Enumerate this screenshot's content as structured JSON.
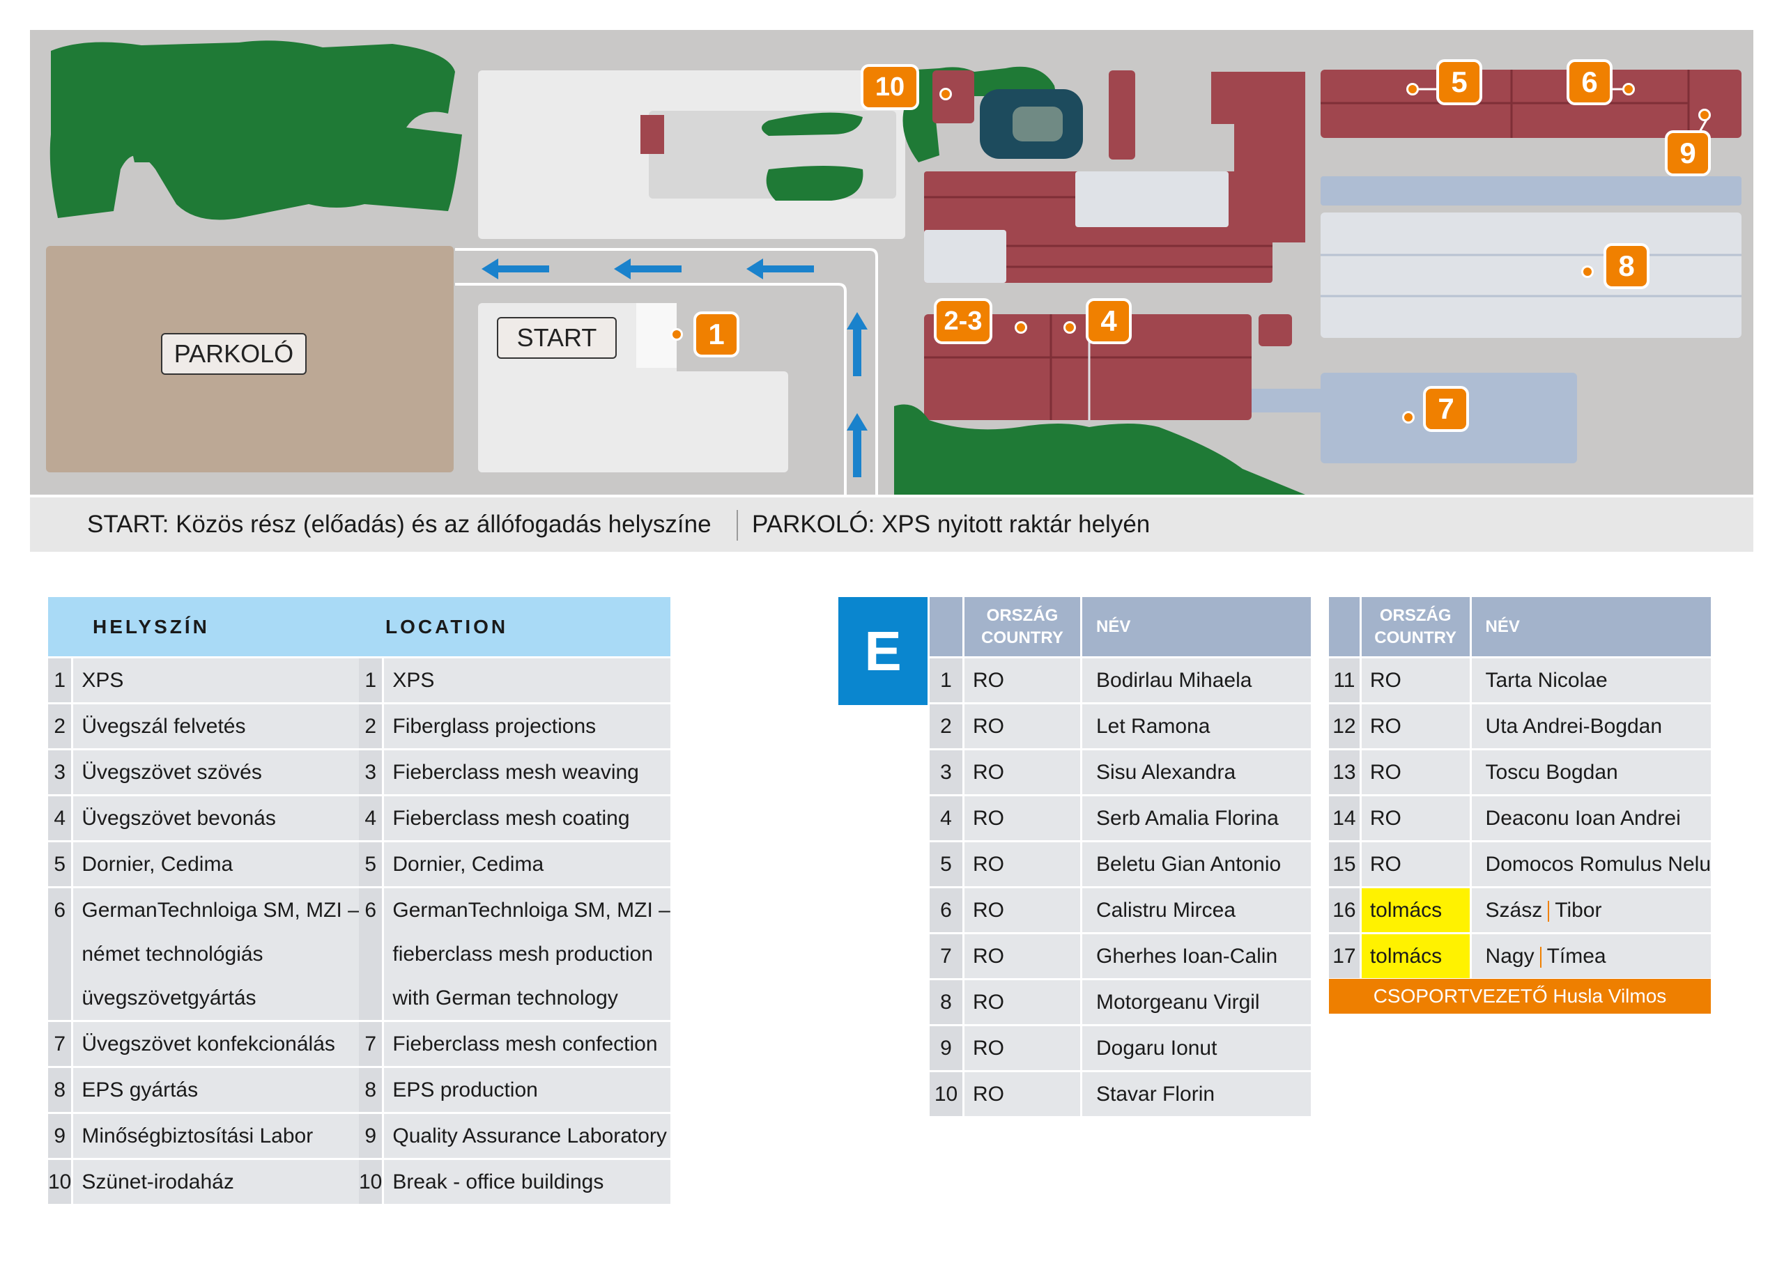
{
  "map": {
    "parking_label": "PARKOLÓ",
    "start_label": "START",
    "markers": [
      "1",
      "2-3",
      "4",
      "5",
      "6",
      "7",
      "8",
      "9",
      "10"
    ]
  },
  "legend": {
    "start_note": "START: Közös rész (előadás) és az állófogadás helyszíne",
    "parking_note": "PARKOLÓ: XPS nyitott raktár helyén"
  },
  "locations_hu": {
    "header": "HELYSZÍN",
    "rows": [
      {
        "num": "1",
        "lines": [
          "XPS"
        ]
      },
      {
        "num": "2",
        "lines": [
          "Üvegszál felvetés"
        ]
      },
      {
        "num": "3",
        "lines": [
          "Üvegszövet szövés"
        ]
      },
      {
        "num": "4",
        "lines": [
          "Üvegszövet bevonás"
        ]
      },
      {
        "num": "5",
        "lines": [
          "Dornier, Cedima"
        ]
      },
      {
        "num": "6",
        "lines": [
          "GermanTechnloiga SM, MZI –",
          "német technológiás",
          "üvegszövetgyártás"
        ]
      },
      {
        "num": "7",
        "lines": [
          "Üvegszövet konfekcionálás"
        ]
      },
      {
        "num": "8",
        "lines": [
          "EPS gyártás"
        ]
      },
      {
        "num": "9",
        "lines": [
          "Minőségbiztosítási Labor"
        ]
      },
      {
        "num": "10",
        "lines": [
          "Szünet-irodaház"
        ]
      }
    ]
  },
  "locations_en": {
    "header": "LOCATION",
    "rows": [
      {
        "num": "1",
        "lines": [
          "XPS"
        ]
      },
      {
        "num": "2",
        "lines": [
          "Fiberglass projections"
        ]
      },
      {
        "num": "3",
        "lines": [
          "Fieberclass mesh weaving"
        ]
      },
      {
        "num": "4",
        "lines": [
          "Fieberclass mesh coating"
        ]
      },
      {
        "num": "5",
        "lines": [
          "Dornier, Cedima"
        ]
      },
      {
        "num": "6",
        "lines": [
          "GermanTechnloiga SM, MZI –",
          "fieberclass mesh production",
          "with  German technology"
        ]
      },
      {
        "num": "7",
        "lines": [
          "Fieberclass mesh confection"
        ]
      },
      {
        "num": "8",
        "lines": [
          "EPS production"
        ]
      },
      {
        "num": "9",
        "lines": [
          "Quality Assurance Laboratory"
        ]
      },
      {
        "num": "10",
        "lines": [
          "Break - office buildings"
        ]
      }
    ]
  },
  "group": {
    "letter": "E",
    "col_country_1": "ORSZÁG",
    "col_country_2": "COUNTRY",
    "col_name": "NÉV",
    "left_rows": [
      {
        "num": "1",
        "country": "RO",
        "name": "Bodirlau Mihaela"
      },
      {
        "num": "2",
        "country": "RO",
        "name": "Let Ramona"
      },
      {
        "num": "3",
        "country": "RO",
        "name": "Sisu Alexandra"
      },
      {
        "num": "4",
        "country": "RO",
        "name": "Serb Amalia Florina"
      },
      {
        "num": "5",
        "country": "RO",
        "name": "Beletu Gian Antonio"
      },
      {
        "num": "6",
        "country": "RO",
        "name": "Calistru Mircea"
      },
      {
        "num": "7",
        "country": "RO",
        "name": "Gherhes Ioan-Calin"
      },
      {
        "num": "8",
        "country": "RO",
        "name": "Motorgeanu Virgil"
      },
      {
        "num": "9",
        "country": "RO",
        "name": "Dogaru Ionut"
      },
      {
        "num": "10",
        "country": "RO",
        "name": "Stavar Florin"
      }
    ],
    "right_rows": [
      {
        "num": "11",
        "country": "RO",
        "name": "Tarta Nicolae"
      },
      {
        "num": "12",
        "country": "RO",
        "name": "Uta Andrei-Bogdan"
      },
      {
        "num": "13",
        "country": "RO",
        "name": "Toscu Bogdan"
      },
      {
        "num": "14",
        "country": "RO",
        "name": "Deaconu Ioan Andrei"
      },
      {
        "num": "15",
        "country": "RO",
        "name": "Domocos Romulus Nelu"
      },
      {
        "num": "16",
        "country": "tolmács",
        "name_a": "Szász",
        "name_b": "Tibor"
      },
      {
        "num": "17",
        "country": "tolmács",
        "name_a": "Nagy",
        "name_b": "Tímea"
      }
    ],
    "leader": "CSOPORTVEZETŐ  Husla Vilmos"
  },
  "colors": {
    "building": "#a0464e",
    "greenery": "#1f7a36",
    "parking": "#bca895",
    "marker": "#f08000",
    "arrow": "#1a82cc",
    "header_blue": "#a9daf6",
    "header_grey": "#a3b3cb",
    "group_box": "#0a86cf",
    "highlight": "#fff200"
  }
}
